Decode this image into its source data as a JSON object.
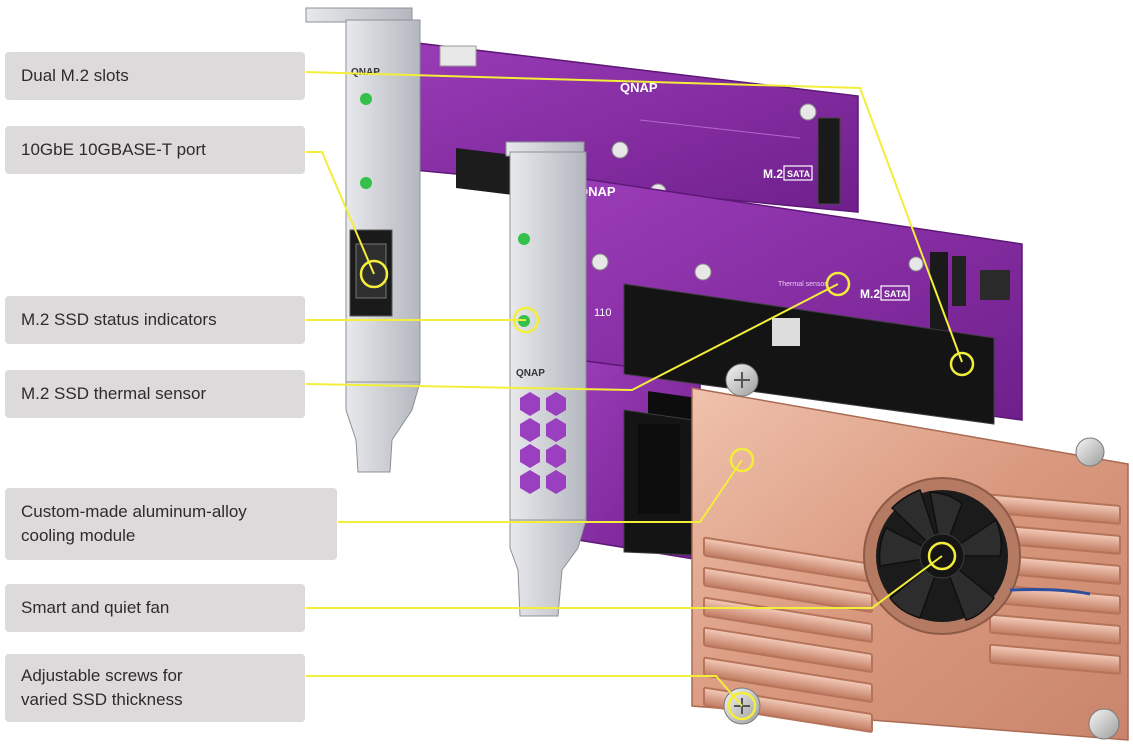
{
  "callouts": [
    {
      "id": "dual-m2-slots",
      "label": "Dual M.2 slots"
    },
    {
      "id": "10gbe-port",
      "label": "10GbE 10GBASE-T port"
    },
    {
      "id": "ssd-status-indicators",
      "label": "M.2 SSD status indicators"
    },
    {
      "id": "ssd-thermal-sensor",
      "label": "M.2 SSD thermal sensor"
    },
    {
      "id": "cooling-module",
      "label": "Custom-made aluminum-alloy\ncooling module"
    },
    {
      "id": "fan",
      "label": "Smart and quiet fan"
    },
    {
      "id": "adjustable-screws",
      "label": "Adjustable screws for\nvaried SSD thickness"
    }
  ],
  "board": {
    "brand": "QNAP",
    "slot_marking": "M.2",
    "slot_badge": "SATA",
    "thermal_sensor_marking": "Thermal sensor",
    "ssd_length_marking": "110"
  },
  "colors": {
    "label_bg": "#dcdadb",
    "label_text": "#2e2b2b",
    "leader_line": "#f3ee3a",
    "pcb": "#8b2ea6",
    "copper": "#d79a80",
    "bracket": "#c7c9cf"
  }
}
